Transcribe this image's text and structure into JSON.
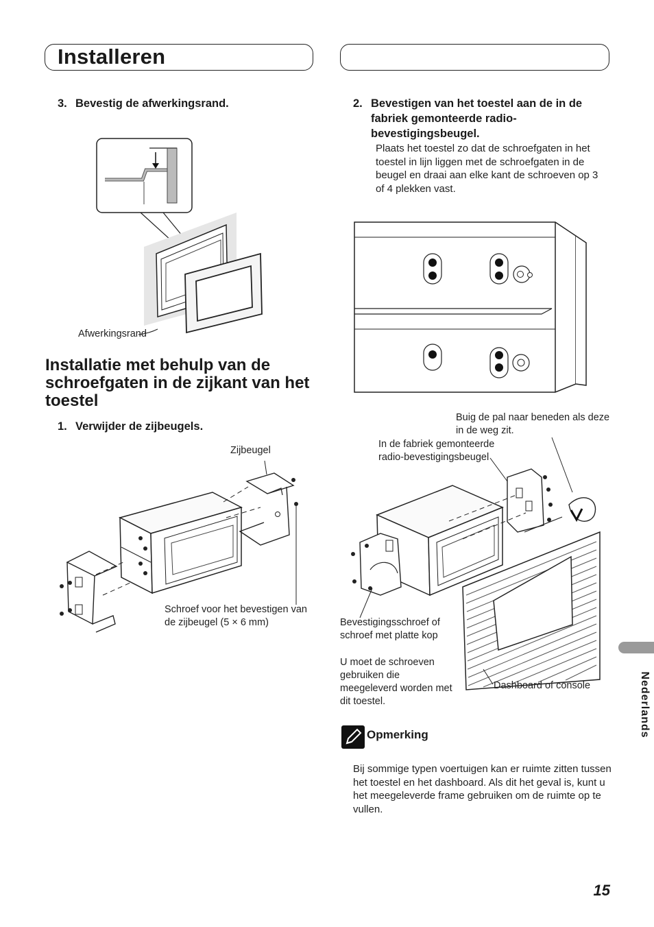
{
  "header": {
    "title": "Installeren"
  },
  "left": {
    "step3": {
      "number": "3.",
      "text": "Bevestig de afwerkingsrand."
    },
    "label_trim": "Afwerkingsrand",
    "section_heading": "Installatie met behulp van de schroefgaten in de zijkant van het toestel",
    "step1": {
      "number": "1.",
      "text": "Verwijder de zijbeugels."
    },
    "label_side_bracket": "Zijbeugel",
    "label_screw": "Schroef voor het bevestigen van de zijbeugel (5 × 6 mm)"
  },
  "right": {
    "step2": {
      "number": "2.",
      "text": "Bevestigen van het toestel aan de in de fabriek gemonteerde radio-bevestigingsbeugel.",
      "body": "Plaats het toestel zo dat de schroefgaten in het toestel in lijn liggen met de schroefgaten in de beugel en draai aan elke kant de schroeven op 3 of 4 plekken vast."
    },
    "label_bend_tab": "Buig de pal naar beneden als deze in de weg zit.",
    "label_factory_bracket": "In de fabriek gemonteerde radio-bevestigingsbeugel",
    "label_fixing_screw": "Bevestigingsschroef of schroef met platte kop",
    "label_supplied_screws": "U moet de schroeven gebruiken die meegeleverd worden met dit toestel.",
    "label_dashboard": "Dashboard of console",
    "note": {
      "title": "Opmerking",
      "text": "Bij sommige typen voertuigen kan er ruimte zitten tussen het toestel en het dashboard. Als dit het geval is, kunt u het meegeleverde frame gebruiken om de ruimte op te vullen."
    }
  },
  "side_tab": {
    "language": "Nederlands"
  },
  "footer": {
    "page_number": "15"
  }
}
